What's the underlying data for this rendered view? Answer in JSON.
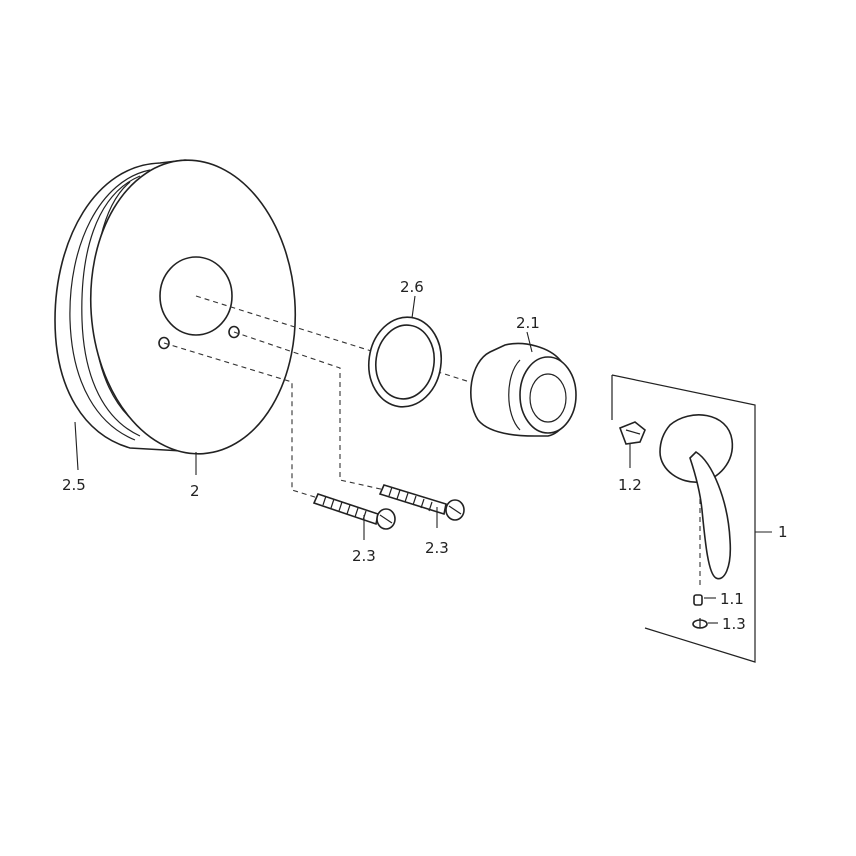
{
  "diagram": {
    "labels": {
      "l_2_5": "2.5",
      "l_2": "2",
      "l_2_6": "2.6",
      "l_2_1": "2.1",
      "l_2_3a": "2.3",
      "l_2_3b": "2.3",
      "l_1_2": "1.2",
      "l_1": "1",
      "l_1_1": "1.1",
      "l_1_3": "1.3"
    }
  }
}
